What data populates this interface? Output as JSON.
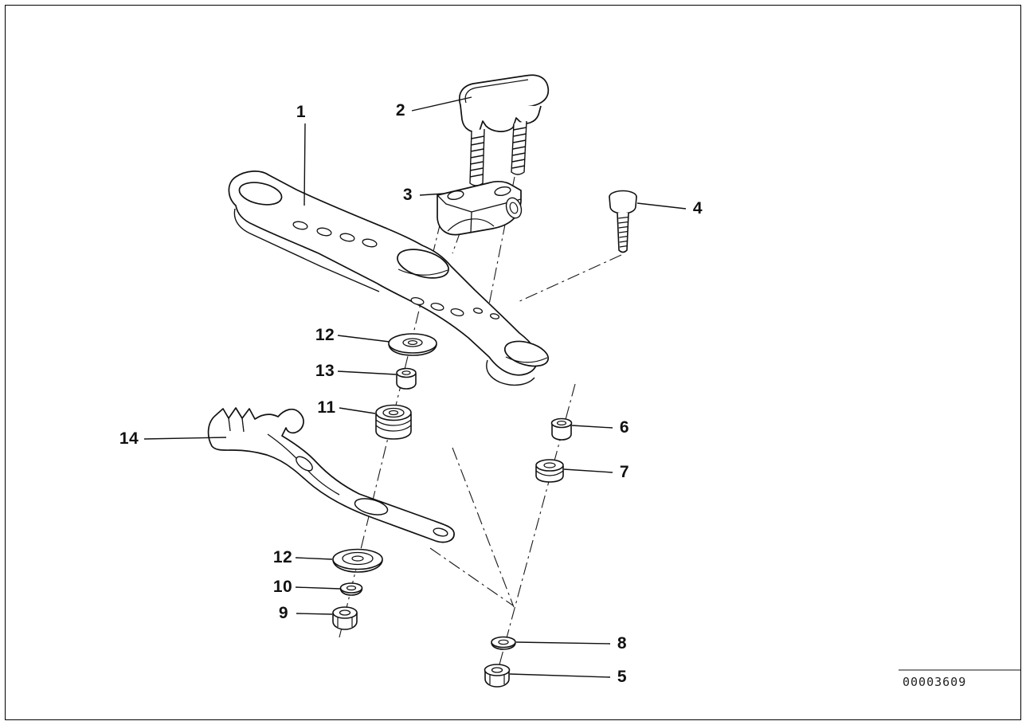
{
  "page": {
    "background_color": "#ffffff",
    "frame_color": "#000000",
    "line_color": "#111111"
  },
  "diagram": {
    "type": "exploded-parts-diagram",
    "document_number": "00003609",
    "callouts": [
      {
        "label": "1"
      },
      {
        "label": "2"
      },
      {
        "label": "3"
      },
      {
        "label": "4"
      },
      {
        "label": "12"
      },
      {
        "label": "13"
      },
      {
        "label": "11"
      },
      {
        "label": "14"
      },
      {
        "label": "6"
      },
      {
        "label": "7"
      },
      {
        "label": "12"
      },
      {
        "label": "10"
      },
      {
        "label": "9"
      },
      {
        "label": "8"
      },
      {
        "label": "5"
      }
    ]
  }
}
